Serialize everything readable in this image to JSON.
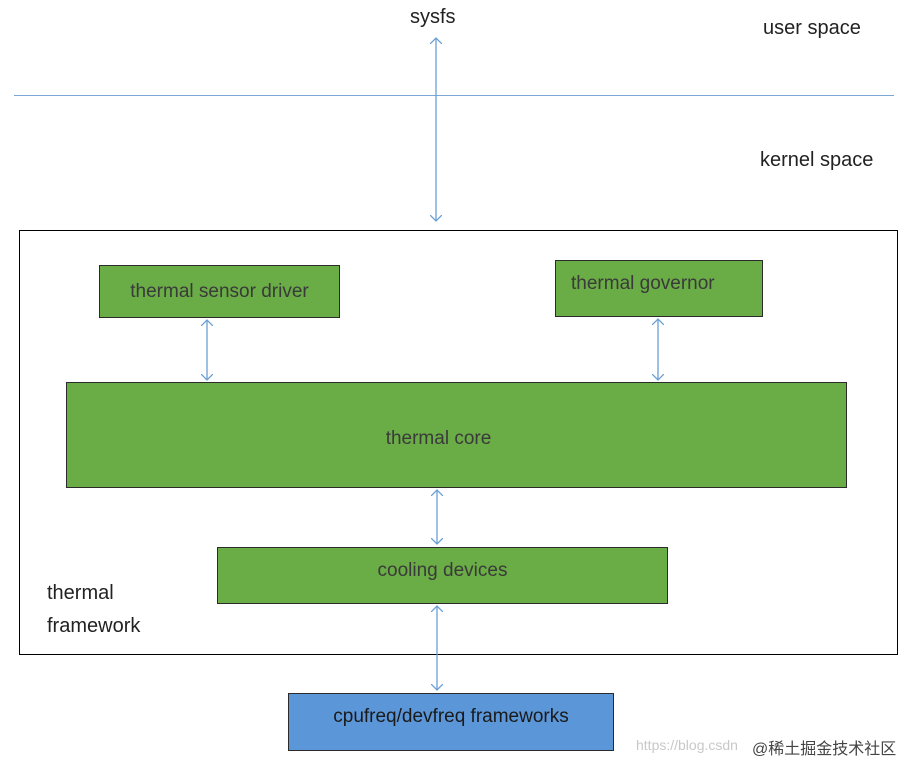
{
  "labels": {
    "sysfs": "sysfs",
    "user_space": "user space",
    "kernel_space": "kernel space",
    "framework_line1": "thermal",
    "framework_line2": "framework"
  },
  "boxes": {
    "sensor_driver": "thermal sensor driver",
    "governor": "thermal governor",
    "core": "thermal core",
    "cooling": "cooling devices",
    "freq": "cpufreq/devfreq frameworks"
  },
  "watermark": {
    "url": "https://blog.csdn",
    "site": "@稀土掘金技术社区"
  },
  "colors": {
    "component_green": "#6aac46",
    "external_blue": "#5b96d8",
    "arrow": "#6a9fd4",
    "divider": "#7aa7d6"
  }
}
